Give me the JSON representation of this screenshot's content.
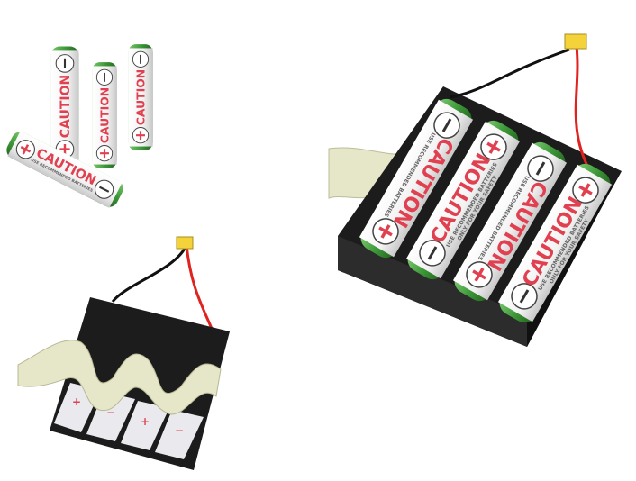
{
  "battery": {
    "label": "CAUTION",
    "warning_line_1": "USE RECOMMENDED BATTERIES",
    "warning_line_2": "ONLY FOR YOUR SAFETY",
    "plus": "+",
    "minus": "−"
  },
  "colors": {
    "battery_green": "#3f9a3a",
    "caution_red": "#e0404f",
    "holder_black": "#1c1c1c",
    "ribbon_beige": "#e6e6c8",
    "wire_red": "#e0231f",
    "wire_black": "#111111",
    "connector_yellow": "#f3d23a"
  }
}
